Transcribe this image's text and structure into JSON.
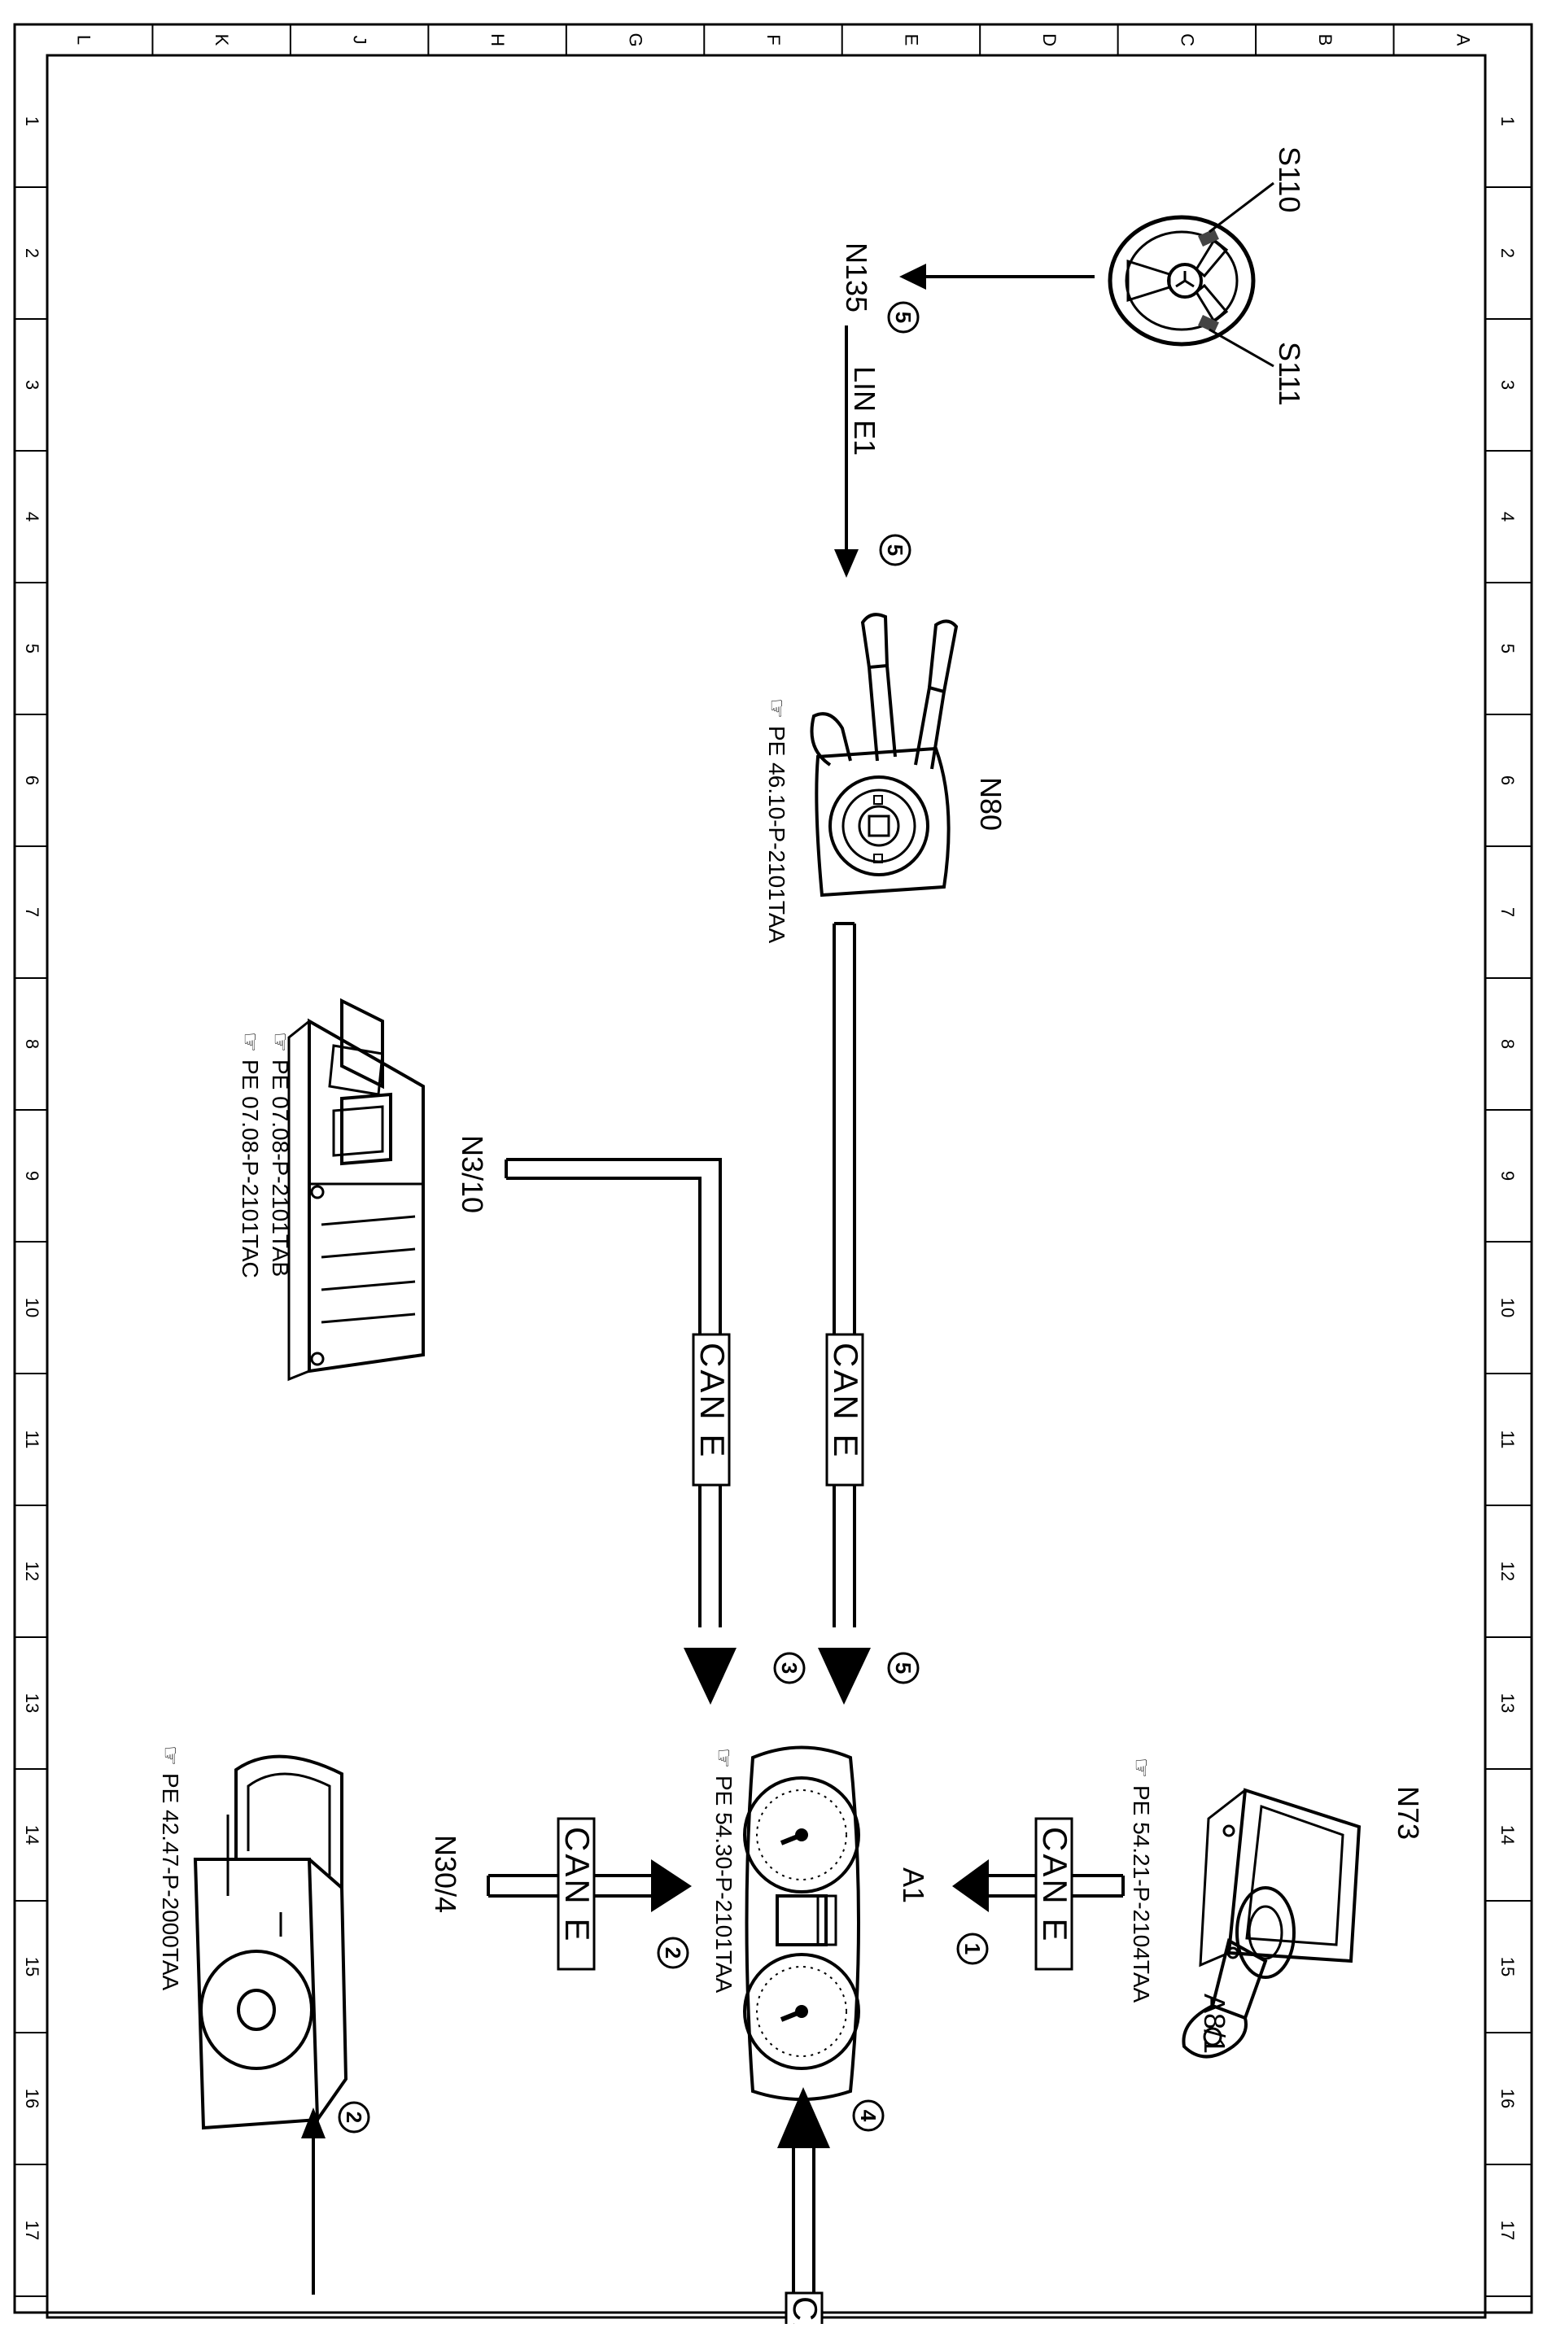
{
  "grid": {
    "columns": [
      "L",
      "K",
      "J",
      "H",
      "G",
      "F",
      "E",
      "D",
      "C",
      "B",
      "A"
    ],
    "rows": [
      "1",
      "2",
      "3",
      "4",
      "5",
      "6",
      "7",
      "8",
      "9",
      "10",
      "11",
      "12",
      "13",
      "14",
      "15",
      "16",
      "17"
    ]
  },
  "components": {
    "s110": "S110",
    "s111": "S111",
    "n135": "N135",
    "lin": "LIN E1",
    "n80": "N80",
    "n80_ref": "PE 46.10-P-2101TAA",
    "n3_10": "N3/10",
    "n3_10_ref1": "PE 07.08-P-2101TAB",
    "n3_10_ref2": "PE 07.08-P-2101TAC",
    "n73": "N73",
    "a8_1": "A8/1",
    "n73_ref": "PE 54.21-P-2104TAA",
    "a1": "A1",
    "a1_ref": "PE 54.30-P-2101TAA",
    "n30_4": "N30/4",
    "n30_4_ref": "PE 42.47-P-2000TAA"
  },
  "bus_labels": {
    "can_e": "CAN E",
    "ca": "CA"
  },
  "signal_numbers": {
    "n1": "1",
    "n2": "2",
    "n3": "3",
    "n4": "4",
    "n5": "5"
  },
  "icons": {
    "pointer": "hand-pointer-icon"
  }
}
